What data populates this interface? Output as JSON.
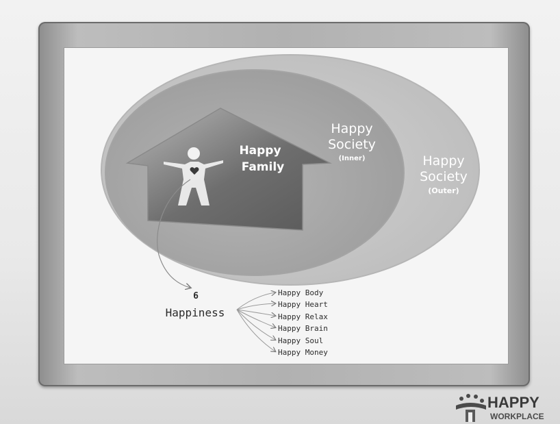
{
  "diagram": {
    "outer_society": {
      "line1": "Happy",
      "line2": "Society",
      "tag": "(Outer)"
    },
    "inner_society": {
      "line1": "Happy",
      "line2": "Society",
      "tag": "(Inner)"
    },
    "family": {
      "line1": "Happy",
      "line2": "Family"
    },
    "six_happiness": {
      "number": "6",
      "label": "Happiness"
    },
    "items": [
      "Happy Body",
      "Happy Heart",
      "Happy Relax",
      "Happy Brain",
      "Happy Soul",
      "Happy Money"
    ]
  },
  "logo": {
    "title": "HAPPY",
    "subtitle": "WORKPLACE",
    "icon": "people-group-icon"
  },
  "colors": {
    "background": "#efefef",
    "frame": "#b1b1b1",
    "outer_ellipse": "#c7c7c7",
    "inner_ellipse": "#a9a9a9",
    "house": "#6a6a6a"
  }
}
